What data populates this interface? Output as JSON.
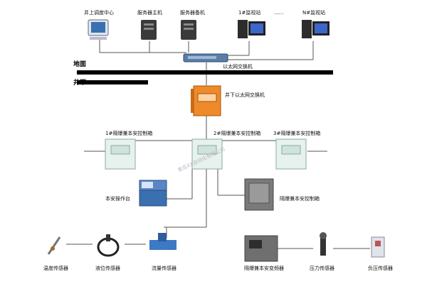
{
  "surface": {
    "top_labels": [
      "井上调度中心",
      "服务器主机",
      "服务器备机",
      "1#监视站",
      "......",
      "N#监视站"
    ],
    "ground_label": "地面",
    "switch_label": "以太网交换机",
    "underground_label": "井下",
    "mine_switch_label": "井下以太网交换机"
  },
  "boxes": [
    "1#隔爆兼本安控制箱",
    "2#隔爆兼本安控制箱",
    "3#隔爆兼本安控制箱"
  ],
  "operator_console_label": "本安操作台",
  "cabinet_label": "隔爆兼本安控制箱",
  "sensors": [
    "温度传感器",
    "液位传感器",
    "流量传感器",
    "隔爆兼本安变频器",
    "压力传感器",
    "负压传感器"
  ],
  "watermark": "青岛XX自动化有限公司"
}
